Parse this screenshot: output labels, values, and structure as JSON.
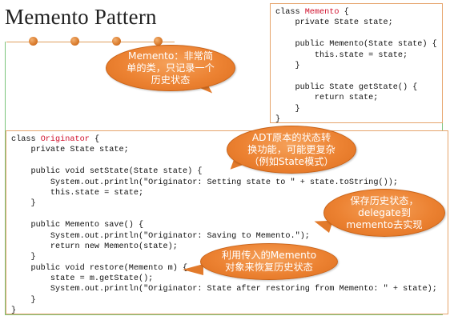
{
  "slide": {
    "title": "Memento Pattern"
  },
  "memento_code": {
    "lines": [
      {
        "pre": "class ",
        "cls": "Memento",
        "post": " {"
      },
      {
        "text": "    private State state;"
      },
      {
        "text": ""
      },
      {
        "text": "    public Memento(State state) {"
      },
      {
        "text": "        this.state = state;"
      },
      {
        "text": "    }"
      },
      {
        "text": ""
      },
      {
        "text": "    public State getState() {"
      },
      {
        "text": "        return state;"
      },
      {
        "text": "    }"
      },
      {
        "text": "}"
      }
    ]
  },
  "originator_code": {
    "lines": [
      {
        "pre": "class ",
        "cls": "Originator",
        "post": " {"
      },
      {
        "text": "    private State state;"
      },
      {
        "text": ""
      },
      {
        "text": "    public void setState(State state) {"
      },
      {
        "text": "        System.out.println(\"Originator: Setting state to \" + state.toString());"
      },
      {
        "text": "        this.state = state;"
      },
      {
        "text": "    }"
      },
      {
        "text": ""
      },
      {
        "text": "    public Memento save() {"
      },
      {
        "text": "        System.out.println(\"Originator: Saving to Memento.\");"
      },
      {
        "text": "        return new Memento(state);"
      },
      {
        "text": "    }"
      },
      {
        "text": "    public void restore(Memento m) {"
      },
      {
        "text": "        state = m.getState();"
      },
      {
        "text": "        System.out.println(\"Originator: State after restoring from Memento: \" + state);"
      },
      {
        "text": "    }"
      },
      {
        "text": "}"
      }
    ]
  },
  "callouts": {
    "memento_note": "Memento：非常简\n单的类，只记录一个\n历史状态",
    "adt_note": "ADT原本的状态转\n换功能，可能更复杂\n（例如State模式）",
    "save_note": "保存历史状态，\ndelegate到\nmemento去实现",
    "restore_note": "利用传入的Memento\n对象来恢复历史状态"
  },
  "colors": {
    "class_name": "#d0102c",
    "callout_fill": "#ec8232",
    "frame_green": "#7cc47c",
    "code_border": "#e6a46b"
  }
}
